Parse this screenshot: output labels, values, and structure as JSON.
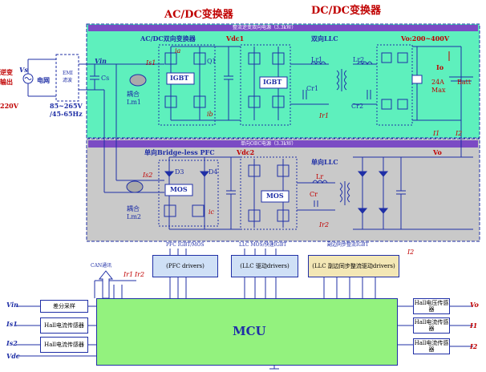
{
  "titles": {
    "acdc_converter": "AC/DC变换器",
    "dcdc_converter": "DC/DC变换器"
  },
  "top_section": {
    "banner": "整流逆变双向电源（3.3kW）",
    "acdc_bidirectional": "AC/DC双向变换器",
    "vdc1": "Vdc1",
    "bidirectional_llc": "双向LLC",
    "vo_range": "Vo:200~400V",
    "igbt_left": "IGBT",
    "igbt_right": "IGBT",
    "q1": "Q1",
    "ia": "ia",
    "ib": "ib",
    "lr1": "Lr1",
    "lr2": "Lr2",
    "cr1": "Cr1",
    "cr2": "Cr2",
    "ir1": "Ir1",
    "io": "Io",
    "batt": "Batt",
    "max_current": "24A",
    "max_label": "Max",
    "is1": "Is1",
    "i1": "I1",
    "i2": "I2",
    "coupling_lm1": "耦合",
    "lm1": "Lm1"
  },
  "input_side": {
    "inverter_output": "逆变",
    "output_label": "输出",
    "vs": "Vs",
    "grid": "电网",
    "emi_line1": "EMI",
    "emi_line2": "滤波",
    "voltage": "220V",
    "vin_range": "85~265V",
    "freq_range": "/45-65Hz",
    "vin": "Vin",
    "cs": "Cs"
  },
  "bottom_section": {
    "banner": "单向OBC电源（3.3kW）",
    "bridgeless_pfc": "单向Bridge-less PFC",
    "vdc2": "Vdc2",
    "unidirectional_llc": "单向LLC",
    "vo": "Vo",
    "d3": "D3",
    "d4": "D4",
    "mos_left": "MOS",
    "mos_right": "MOS",
    "is2": "Is2",
    "ic": "ic",
    "lr": "Lr",
    "cr": "Cr",
    "ir2": "Ir2",
    "coupling_lm2": "耦合",
    "lm2": "Lm2"
  },
  "drivers": {
    "pfc_label": "PFC IGBT/MOS",
    "llc_label": "LLC MOS/快速IGBT",
    "sync_label": "副边同步整流IGBT",
    "i2": "I2",
    "pfc_drivers": "(PFC drivers)",
    "llc_drivers": "(LLC 驱动drivers)",
    "sync_drivers": "(LLC 副边同步整流驱动drivers)"
  },
  "mcu": {
    "label": "MCU",
    "can": "CAN通讯",
    "ir1": "Ir1",
    "ir2": "Ir2",
    "diff_sampling": "差分采样",
    "hall_current_1": "Hall电流传感器",
    "hall_current_2": "Hall电流传感器",
    "hall_voltage": "Hall电压传感器",
    "hall_current_3": "Hall电流传感器",
    "hall_current_4": "Hall电流传感器",
    "left_vin": "Vin",
    "left_is1": "Is1",
    "left_is2": "Is2",
    "left_vdc": "Vdc",
    "right_vo": "Vo",
    "right_i1": "I1",
    "right_i2": "I2"
  },
  "colors": {
    "top_panel": "#5ef0bd",
    "top_banner": "#7b4bc4",
    "bottom_panel": "#c9c9c9",
    "bottom_banner": "#7b4bc4",
    "driver_blue": "#cfe0f6",
    "driver_orange": "#f3e7b5",
    "mcu_fill": "#93f27e",
    "wire": "#1f2fa6",
    "title_red": "#c00000"
  }
}
